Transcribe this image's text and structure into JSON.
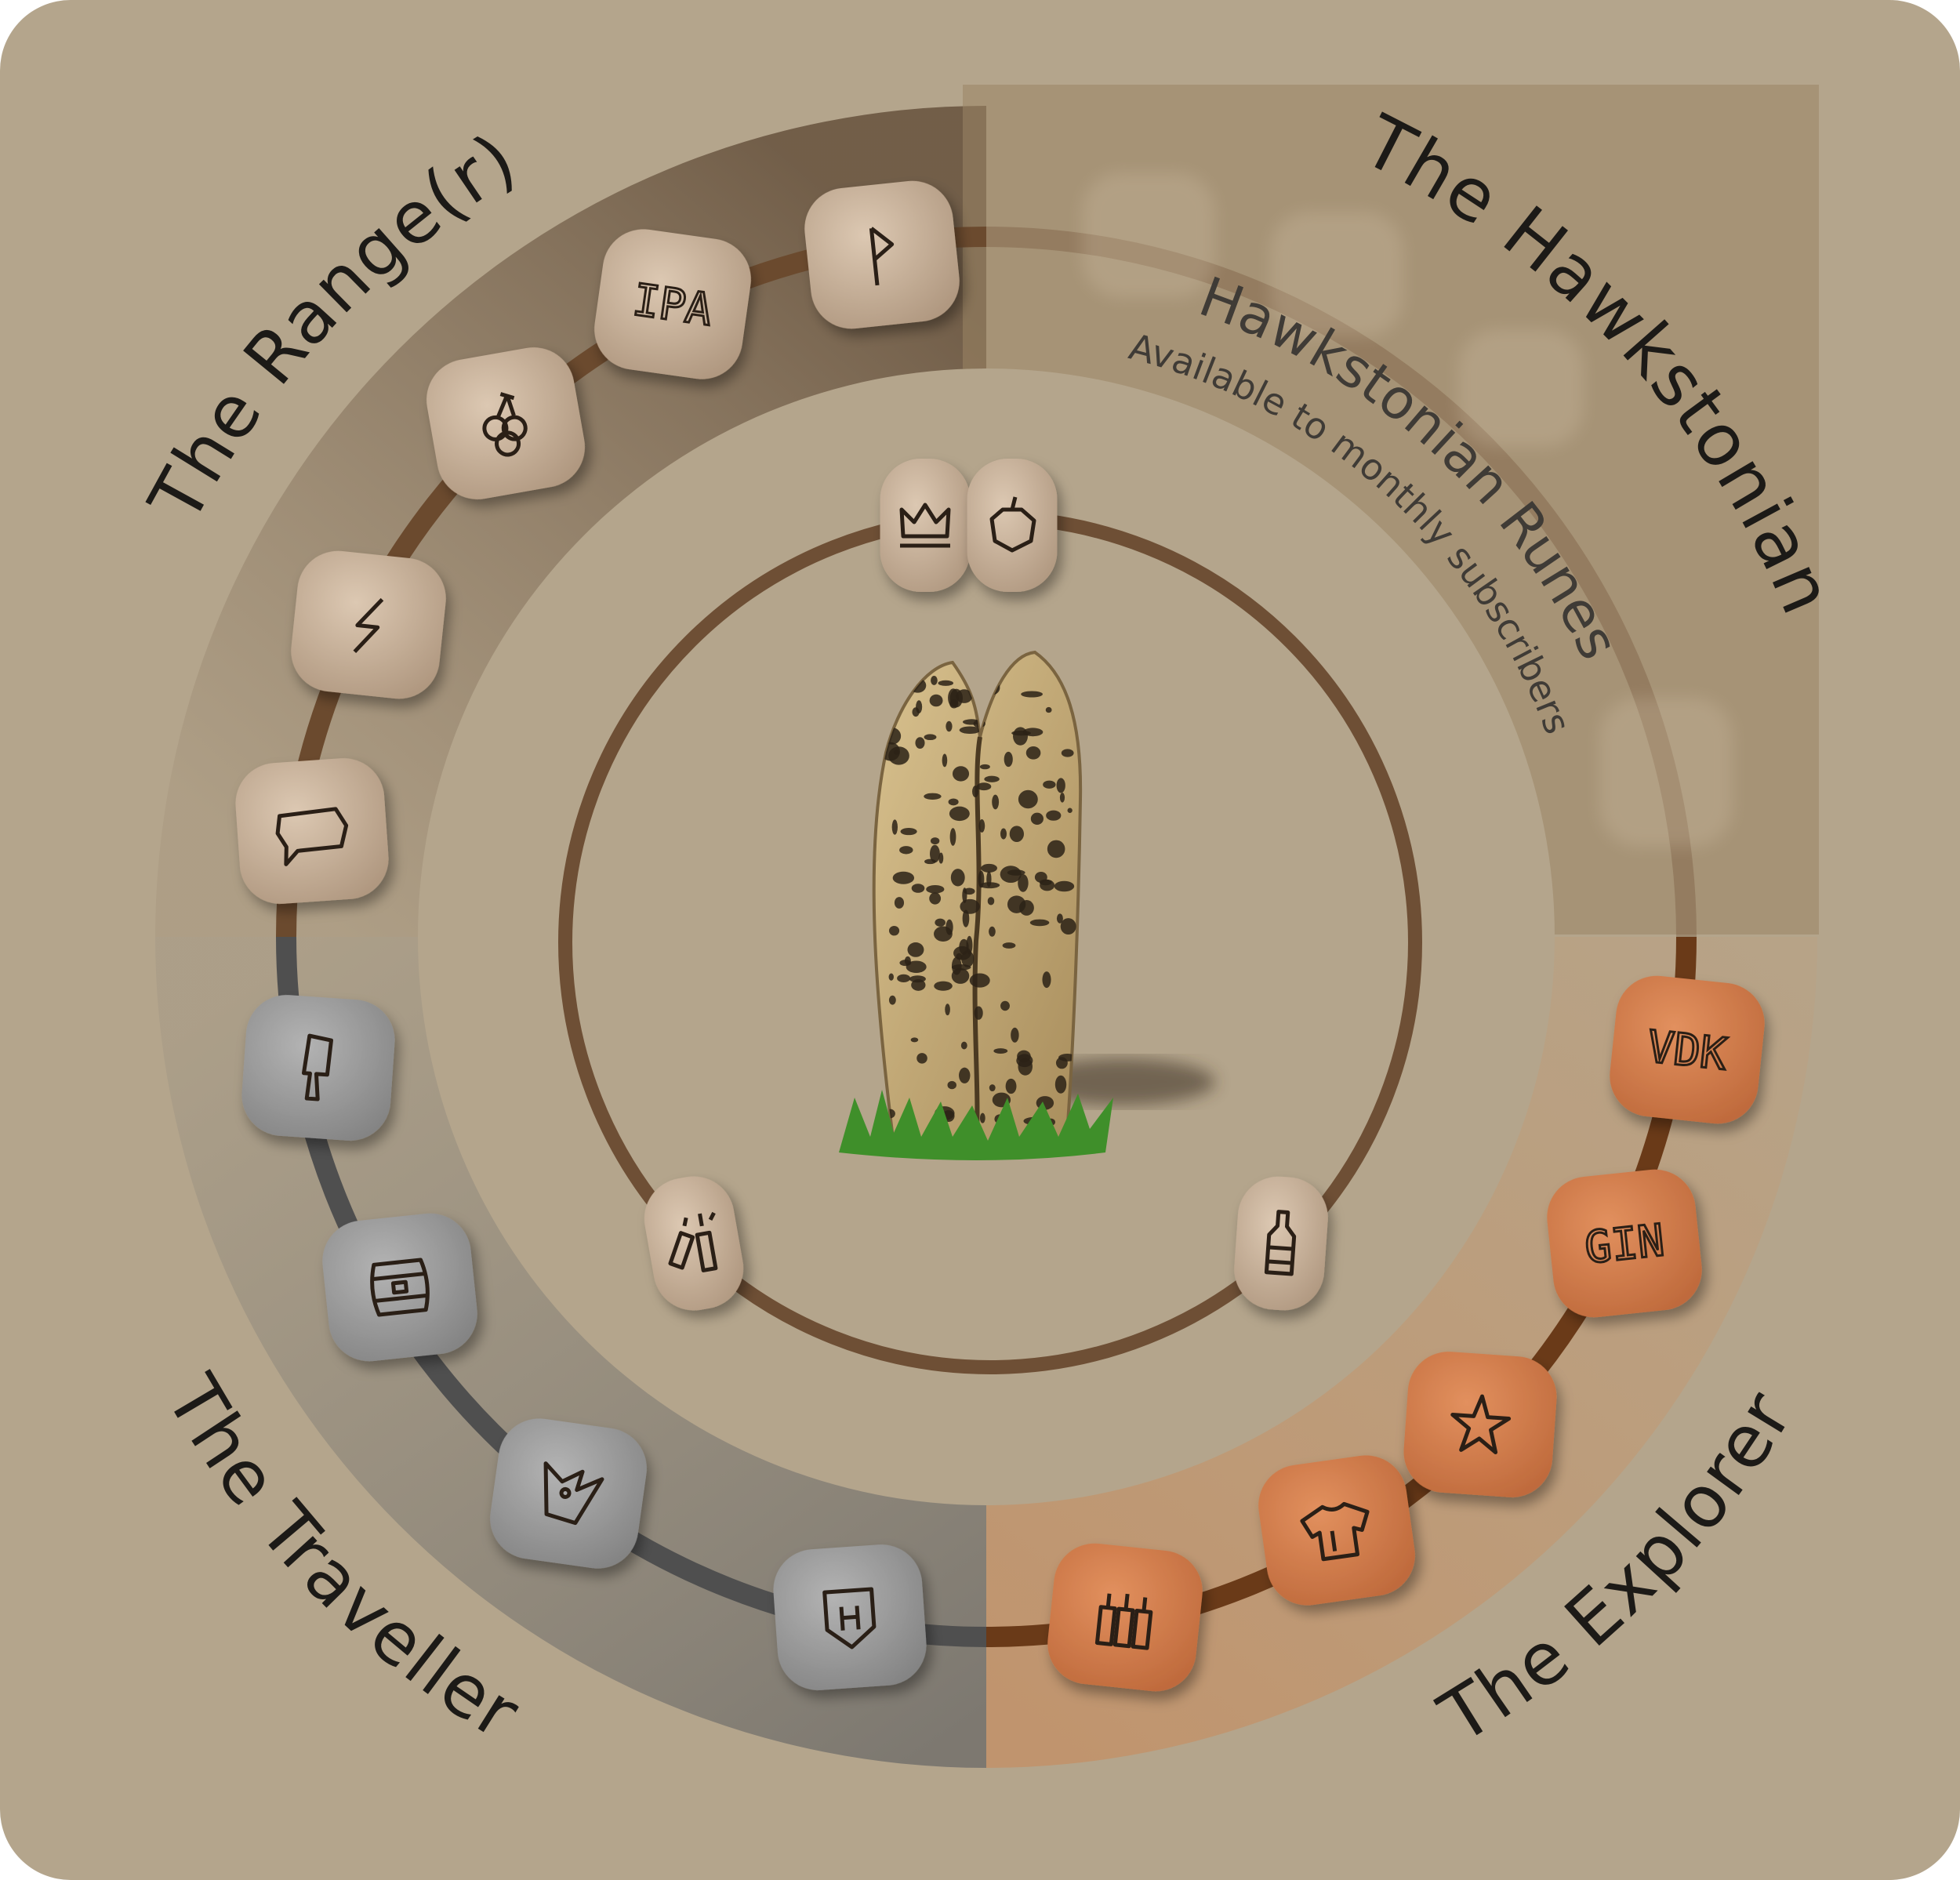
{
  "titles": {
    "range": "The Range(r)",
    "hawkstonian": "The Hawkstonian",
    "traveller": "The Traveller",
    "explorer": "The Explorer"
  },
  "hawkstonian_runes": {
    "title": "Hawkstonian Runes",
    "note": "Available to monthly subscribers"
  },
  "colors": {
    "background": "#b4a58c",
    "range_track": "#6b4a2e",
    "traveller_track": "#4f4f4f",
    "explorer_track": "#6a3a18",
    "inner_ring": "#6e4f35",
    "stone_beige": "#c9b29a",
    "stone_grey": "#9a9a9a",
    "stone_orange": "#d27a4a"
  },
  "stones": {
    "range": [
      {
        "icon": "rune-p-icon",
        "label": ""
      },
      {
        "icon": "ipa-text",
        "label": "IPA"
      },
      {
        "icon": "cherries-icon",
        "label": ""
      },
      {
        "icon": "lightning-icon",
        "label": ""
      },
      {
        "icon": "speech-bubble-icon",
        "label": ""
      }
    ],
    "traveller": [
      {
        "icon": "cleaver-icon",
        "label": ""
      },
      {
        "icon": "barrel-icon",
        "label": ""
      },
      {
        "icon": "wolf-head-icon",
        "label": ""
      },
      {
        "icon": "shield-h-icon",
        "label": ""
      }
    ],
    "explorer": [
      {
        "icon": "bottles-pack-icon",
        "label": ""
      },
      {
        "icon": "shirt-icon",
        "label": ""
      },
      {
        "icon": "star-icon",
        "label": ""
      },
      {
        "icon": "gin-text",
        "label": "GIN"
      },
      {
        "icon": "vdk-text",
        "label": "VDK"
      }
    ],
    "inner": [
      {
        "icon": "crown-icon",
        "label": ""
      },
      {
        "icon": "apple-icon",
        "label": ""
      },
      {
        "icon": "bottles-cheers-icon",
        "label": ""
      },
      {
        "icon": "bottle-icon",
        "label": ""
      }
    ]
  }
}
